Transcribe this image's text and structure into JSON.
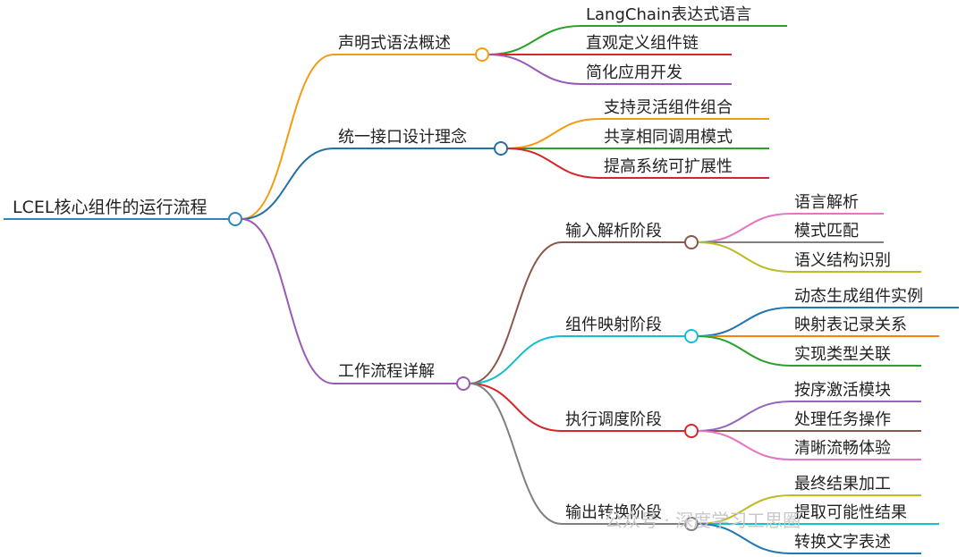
{
  "root": {
    "label": "LCEL核心组件的运行流程",
    "color": "#2e86c1"
  },
  "branches": [
    {
      "label": "声明式语法概述",
      "color": "#f39c12",
      "children": [
        {
          "label": "LangChain表达式语言",
          "color": "#2ca02c"
        },
        {
          "label": "直观定义组件链",
          "color": "#d62728"
        },
        {
          "label": "简化应用开发",
          "color": "#9b59b6"
        }
      ]
    },
    {
      "label": "统一接口设计理念",
      "color": "#2471a3",
      "children": [
        {
          "label": "支持灵活组件组合",
          "color": "#f39c12"
        },
        {
          "label": "共享相同调用模式",
          "color": "#2ca02c"
        },
        {
          "label": "提高系统可扩展性",
          "color": "#d62728"
        }
      ]
    },
    {
      "label": "工作流程详解",
      "color": "#9b59b6",
      "children": [
        {
          "label": "输入解析阶段",
          "color": "#8c564b",
          "children": [
            {
              "label": "语言解析",
              "color": "#e377c2"
            },
            {
              "label": "模式匹配",
              "color": "#7f7f7f"
            },
            {
              "label": "语义结构识别",
              "color": "#bcbd22"
            }
          ]
        },
        {
          "label": "组件映射阶段",
          "color": "#17becf",
          "children": [
            {
              "label": "动态生成组件实例",
              "color": "#1f77b4"
            },
            {
              "label": "映射表记录关系",
              "color": "#ff7f0e"
            },
            {
              "label": "实现类型关联",
              "color": "#2ca02c"
            }
          ]
        },
        {
          "label": "执行调度阶段",
          "color": "#d62728",
          "children": [
            {
              "label": "按序激活模块",
              "color": "#9467bd"
            },
            {
              "label": "处理任务操作",
              "color": "#8c564b"
            },
            {
              "label": "清晰流畅体验",
              "color": "#e377c2"
            }
          ]
        },
        {
          "label": "输出转换阶段",
          "color": "#7f7f7f",
          "children": [
            {
              "label": "最终结果加工",
              "color": "#bcbd22"
            },
            {
              "label": "提取可能性结果",
              "color": "#17becf"
            },
            {
              "label": "转换文字表述",
              "color": "#1f77b4"
            }
          ]
        }
      ]
    }
  ],
  "watermark": {
    "text": "公众号 · 深度学习工思圈"
  }
}
